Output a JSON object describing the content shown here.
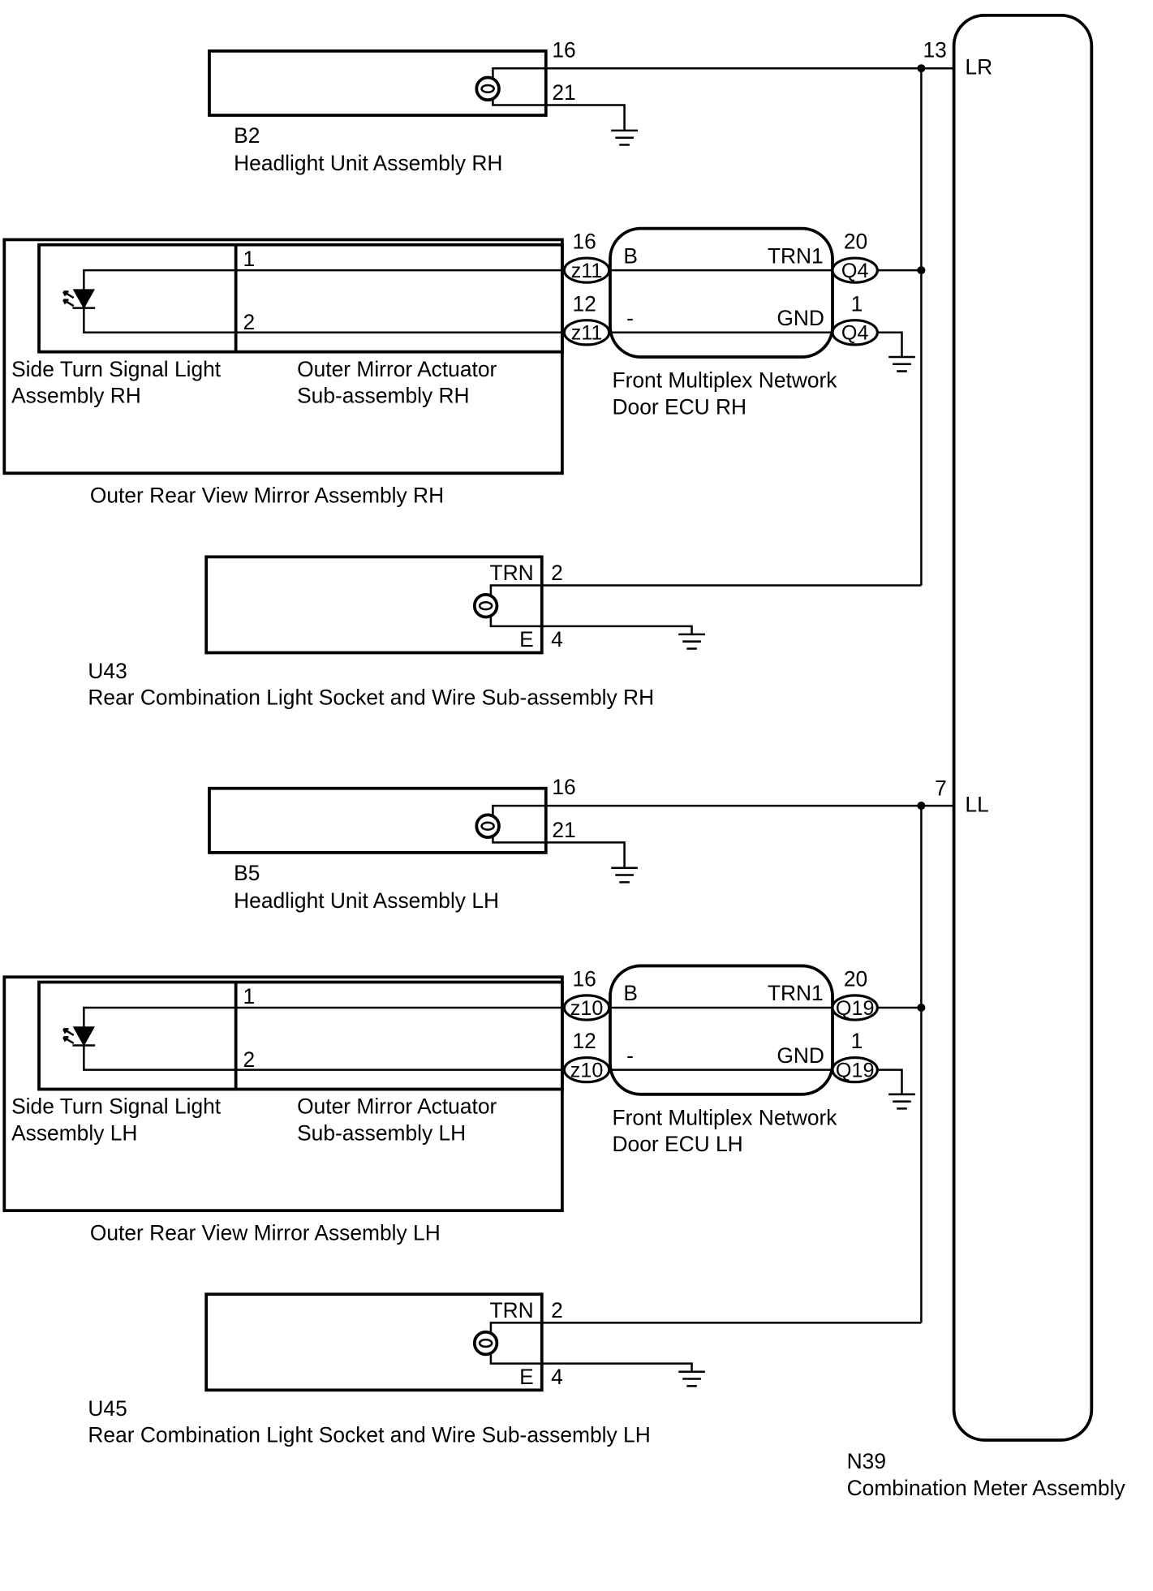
{
  "meter": {
    "code": "N39",
    "name": "Combination Meter Assembly"
  },
  "rh": {
    "meter_pin": "13",
    "meter_terminal": "LR",
    "headlight": {
      "code": "B2",
      "name": "Headlight Unit Assembly RH",
      "pin_signal": "16",
      "pin_ground": "21"
    },
    "mirror": {
      "name": "Outer Rear View Mirror Assembly RH",
      "pin_1": "1",
      "pin_2": "2",
      "side_turn_label": [
        "Side Turn Signal Light",
        "Assembly RH"
      ],
      "actuator_label": [
        "Outer Mirror Actuator",
        "Sub-assembly RH"
      ]
    },
    "ecu": {
      "label": [
        "Front Multiplex Network",
        "Door ECU RH"
      ],
      "in_connector": "z11",
      "in_pin_b": "16",
      "in_pin_minus": "12",
      "terminal_b": "B",
      "terminal_minus": "-",
      "terminal_trn1": "TRN1",
      "terminal_gnd": "GND",
      "out_connector": "Q4",
      "out_pin_trn1": "20",
      "out_pin_gnd": "1"
    },
    "rear_light": {
      "code": "U43",
      "name": "Rear Combination Light Socket and Wire Sub-assembly RH",
      "terminal_trn": "TRN",
      "terminal_e": "E",
      "pin_trn": "2",
      "pin_e": "4"
    }
  },
  "lh": {
    "meter_pin": "7",
    "meter_terminal": "LL",
    "headlight": {
      "code": "B5",
      "name": "Headlight Unit Assembly LH",
      "pin_signal": "16",
      "pin_ground": "21"
    },
    "mirror": {
      "name": "Outer Rear View Mirror Assembly LH",
      "pin_1": "1",
      "pin_2": "2",
      "side_turn_label": [
        "Side Turn Signal Light",
        "Assembly LH"
      ],
      "actuator_label": [
        "Outer Mirror Actuator",
        "Sub-assembly LH"
      ]
    },
    "ecu": {
      "label": [
        "Front Multiplex Network",
        "Door ECU LH"
      ],
      "in_connector": "z10",
      "in_pin_b": "16",
      "in_pin_minus": "12",
      "terminal_b": "B",
      "terminal_minus": "-",
      "terminal_trn1": "TRN1",
      "terminal_gnd": "GND",
      "out_connector": "Q19",
      "out_pin_trn1": "20",
      "out_pin_gnd": "1"
    },
    "rear_light": {
      "code": "U45",
      "name": "Rear Combination Light Socket and Wire Sub-assembly LH",
      "terminal_trn": "TRN",
      "terminal_e": "E",
      "pin_trn": "2",
      "pin_e": "4"
    }
  }
}
